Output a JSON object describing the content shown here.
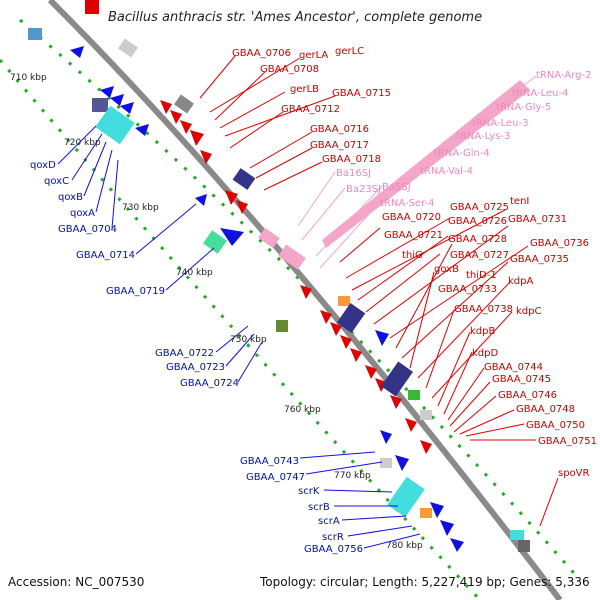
{
  "title": "Bacillus anthracis str. 'Ames Ancestor', complete genome",
  "footer": {
    "accession": "Accession: NC_007530",
    "summary": "Topology: circular; Length: 5,227,419 bp; Genes: 5,336"
  },
  "kbp_labels": [
    "710 kbp",
    "720 kbp",
    "730 kbp",
    "740 kbp",
    "750 kbp",
    "760 kbp",
    "770 kbp",
    "780 kbp"
  ],
  "right_labels": [
    {
      "text": "GBAA_0706",
      "color": "red"
    },
    {
      "text": "gerLA",
      "color": "red"
    },
    {
      "text": "gerLC",
      "color": "red"
    },
    {
      "text": "GBAA_0708",
      "color": "red"
    },
    {
      "text": "gerLB",
      "color": "red"
    },
    {
      "text": "GBAA_0715",
      "color": "red"
    },
    {
      "text": "GBAA_0712",
      "color": "red"
    },
    {
      "text": "GBAA_0716",
      "color": "red"
    },
    {
      "text": "GBAA_0717",
      "color": "red"
    },
    {
      "text": "GBAA_0718",
      "color": "red"
    },
    {
      "text": "tRNA-Arg-2",
      "color": "pink"
    },
    {
      "text": "tRNA-Leu-4",
      "color": "pink"
    },
    {
      "text": "tRNA-Gly-5",
      "color": "pink"
    },
    {
      "text": "tRNA-Leu-3",
      "color": "pink"
    },
    {
      "text": "tRNA-Lys-3",
      "color": "pink"
    },
    {
      "text": "tRNA-Gln-4",
      "color": "pink"
    },
    {
      "text": "tRNA-Val-4",
      "color": "pink"
    },
    {
      "text": "Ba16SJ",
      "color": "pink"
    },
    {
      "text": "Ba23SJ",
      "color": "pink"
    },
    {
      "text": "Ba5SJ",
      "color": "pink"
    },
    {
      "text": "tRNA-Ser-4",
      "color": "pink"
    },
    {
      "text": "GBAA_0725",
      "color": "red"
    },
    {
      "text": "tenI",
      "color": "red"
    },
    {
      "text": "GBAA_0720",
      "color": "red"
    },
    {
      "text": "GBAA_0726",
      "color": "red"
    },
    {
      "text": "GBAA_0731",
      "color": "red"
    },
    {
      "text": "GBAA_0721",
      "color": "red"
    },
    {
      "text": "GBAA_0728",
      "color": "red"
    },
    {
      "text": "GBAA_0736",
      "color": "red"
    },
    {
      "text": "GBAA_0727",
      "color": "red"
    },
    {
      "text": "thiG",
      "color": "red"
    },
    {
      "text": "GBAA_0735",
      "color": "red"
    },
    {
      "text": "goxB",
      "color": "red"
    },
    {
      "text": "thiD-1",
      "color": "red"
    },
    {
      "text": "kdpA",
      "color": "red"
    },
    {
      "text": "GBAA_0733",
      "color": "red"
    },
    {
      "text": "GBAA_0738",
      "color": "red"
    },
    {
      "text": "kdpC",
      "color": "red"
    },
    {
      "text": "kdpB",
      "color": "red"
    },
    {
      "text": "kdpD",
      "color": "red"
    },
    {
      "text": "GBAA_0744",
      "color": "red"
    },
    {
      "text": "GBAA_0745",
      "color": "red"
    },
    {
      "text": "GBAA_0746",
      "color": "red"
    },
    {
      "text": "GBAA_0748",
      "color": "red"
    },
    {
      "text": "GBAA_0750",
      "color": "red"
    },
    {
      "text": "GBAA_0751",
      "color": "red"
    },
    {
      "text": "spoVR",
      "color": "red"
    }
  ],
  "left_labels": [
    {
      "text": "qoxD",
      "color": "blue"
    },
    {
      "text": "qoxC",
      "color": "blue"
    },
    {
      "text": "qoxB",
      "color": "blue"
    },
    {
      "text": "qoxA",
      "color": "blue"
    },
    {
      "text": "GBAA_0704",
      "color": "blue"
    },
    {
      "text": "GBAA_0714",
      "color": "blue"
    },
    {
      "text": "GBAA_0719",
      "color": "blue"
    },
    {
      "text": "GBAA_0722",
      "color": "blue"
    },
    {
      "text": "GBAA_0723",
      "color": "blue"
    },
    {
      "text": "GBAA_0724",
      "color": "blue"
    },
    {
      "text": "GBAA_0743",
      "color": "blue"
    },
    {
      "text": "GBAA_0747",
      "color": "blue"
    },
    {
      "text": "scrK",
      "color": "blue"
    },
    {
      "text": "scrB",
      "color": "blue"
    },
    {
      "text": "scrA",
      "color": "blue"
    },
    {
      "text": "scrR",
      "color": "blue"
    },
    {
      "text": "GBAA_0756",
      "color": "blue"
    }
  ],
  "colors": {
    "backbone": "#a0a0a0",
    "forward_cds": "#e00000",
    "reverse_cds": "#1010e0",
    "rna": "#f4a6c8",
    "tick_green": "#22aa22"
  }
}
